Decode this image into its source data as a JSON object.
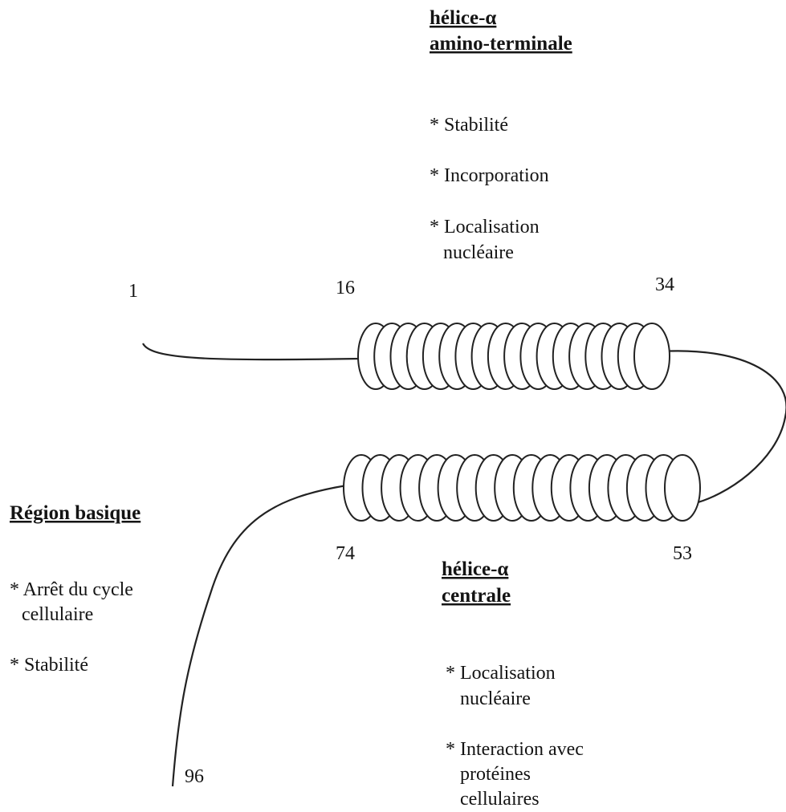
{
  "helix_n": {
    "title_line1": "hélice-α",
    "title_line2": "amino-terminale",
    "functions": [
      "* Stabilité",
      "* Incorporation",
      "* Localisation",
      "nucléaire"
    ]
  },
  "helix_c": {
    "title_line1": "hélice-α",
    "title_line2": "centrale",
    "functions": [
      "* Localisation",
      "nucléaire",
      "* Interaction  avec",
      "protéines",
      "cellulaires"
    ]
  },
  "basic": {
    "title": "Région basique",
    "functions": [
      "* Arrêt du cycle",
      "cellulaire",
      "* Stabilité"
    ]
  },
  "positions": {
    "p1": "1",
    "p16": "16",
    "p34": "34",
    "p53": "53",
    "p74": "74",
    "p96": "96"
  }
}
